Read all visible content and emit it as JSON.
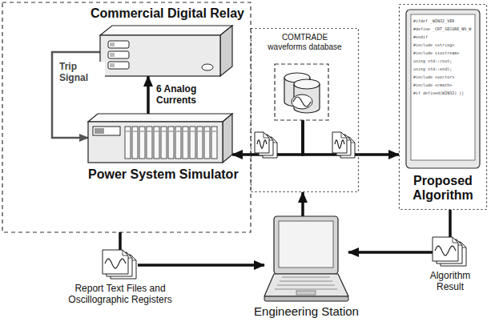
{
  "diagram": {
    "nodes": [
      {
        "text": [
          "Commercial Digital Relay"
        ]
      },
      {
        "text": [
          "Power System Simulator"
        ]
      },
      {
        "text": [
          "COMTRADE waveforms database"
        ]
      },
      {
        "text": [
          "Proposed Algorithm"
        ]
      },
      {
        "text": [
          "Engineering Station"
        ]
      },
      {
        "text": [
          "Report Text Files and Oscillographic Registers"
        ]
      },
      {
        "text": [
          "Algorithm Result"
        ]
      }
    ],
    "edges": [
      {
        "from": 1,
        "to": 0,
        "label": "6 Analog Currents",
        "arrow": "to"
      },
      {
        "from": 0,
        "to": 1,
        "label": "Trip Signal",
        "arrow": "to"
      },
      {
        "from": 2,
        "to": 1,
        "arrow": "to"
      },
      {
        "from": 2,
        "to": 3,
        "arrow": "to"
      },
      {
        "from": 4,
        "to": 2,
        "arrow": "to"
      },
      {
        "from": 1,
        "to": 5,
        "arrow": "none"
      },
      {
        "from": 5,
        "to": 4,
        "arrow": "to"
      },
      {
        "from": 3,
        "to": 6,
        "arrow": "none"
      },
      {
        "from": 6,
        "to": 4,
        "arrow": "to"
      }
    ],
    "labels": [
      "#ifdef _WIN32_VER",
      "#define _CRT_SECURE_NO_W",
      "#endif",
      "#include <string>",
      "#include <iostream>",
      "using std::cout;",
      "using std::endl;",
      "#include <vector>",
      "#include <cmath>",
      "#if defined(WIN32) ||"
    ]
  }
}
